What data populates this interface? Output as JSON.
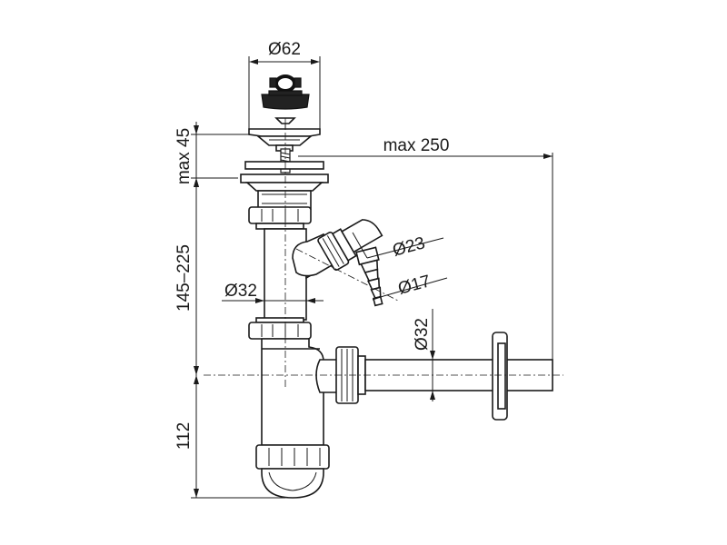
{
  "dimensions": {
    "top_diameter": "Ø62",
    "height_top": "max 45",
    "reach": "max 250",
    "hose_outer": "Ø23",
    "hose_inner": "Ø17",
    "pipe_vertical": "Ø32",
    "pipe_horizontal": "Ø32",
    "height_middle": "145–225",
    "height_bottom": "112"
  },
  "colors": {
    "line": "#1a1a1a",
    "stopper": "#222222",
    "background": "#ffffff"
  }
}
